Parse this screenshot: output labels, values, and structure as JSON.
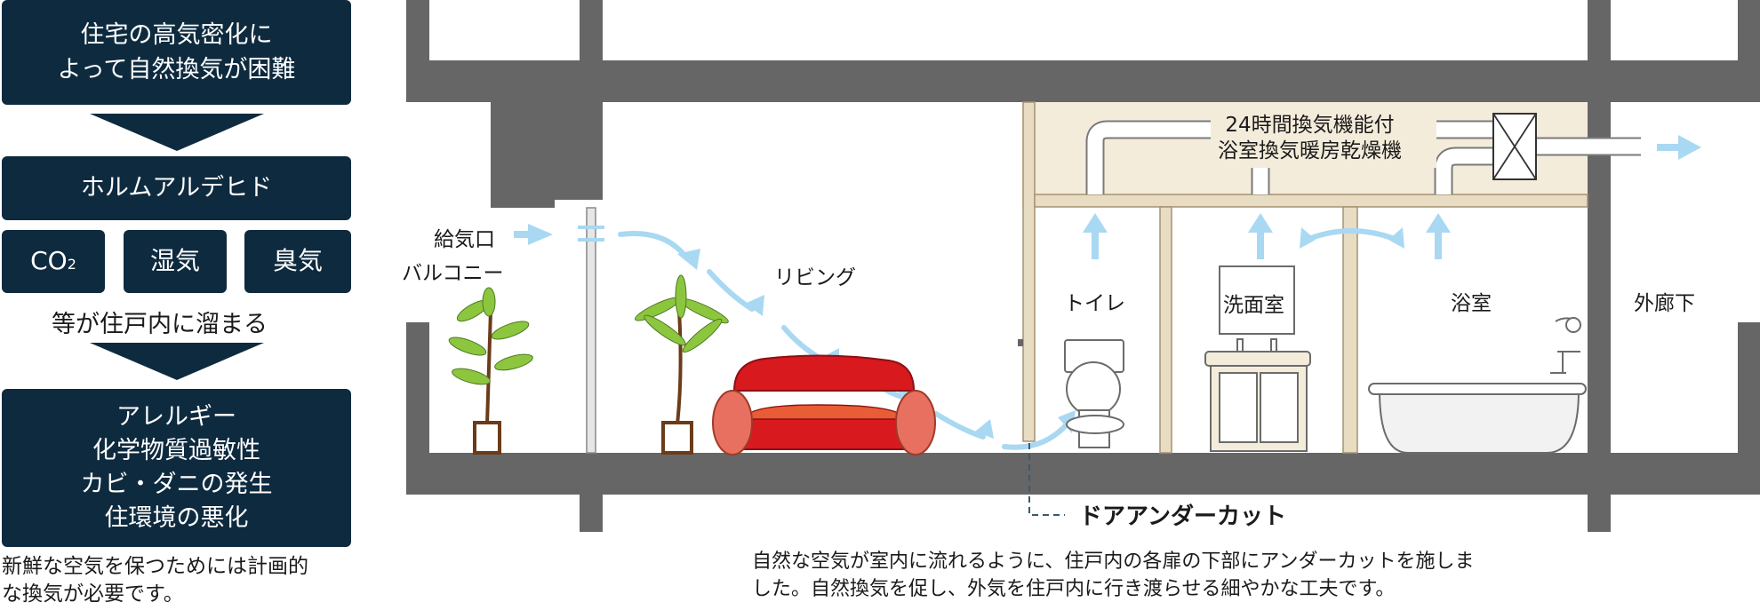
{
  "flow": {
    "box1": [
      "住宅の高気密化に",
      "よって自然換気が困難"
    ],
    "box2": "ホルムアルデヒド",
    "chips": [
      {
        "main": "CO",
        "sub": "2"
      },
      {
        "main": "湿気",
        "sub": ""
      },
      {
        "main": "臭気",
        "sub": ""
      }
    ],
    "accumulate": "等が住戸内に溜まる",
    "box3": [
      "アレルギー",
      "化学物質過敏性",
      "カビ・ダニの発生",
      "住環境の悪化"
    ],
    "note": [
      "新鮮な空気を保つためには計画的",
      "な換気が必要です。"
    ]
  },
  "diagram": {
    "supply_port": "給気口",
    "balcony": "バルコニー",
    "living": "リビング",
    "toilet": "トイレ",
    "washroom": "洗面室",
    "bathroom": "浴室",
    "corridor": "外廊下",
    "fan_label": [
      "24時間換気機能付",
      "浴室換気暖房乾燥機"
    ],
    "undercut": "ドアアンダーカット",
    "caption": [
      "自然な空気が室内に流れるように、住戸内の各扉の下部にアンダーカットを施しま",
      "した。自然換気を促し、外気を住戸内に行き渡らせる細やかな工夫です。"
    ]
  },
  "colors": {
    "navy": "#0e2a3f",
    "wall": "#666666",
    "air": "#a9d8f2",
    "beige": "#e8dcc3",
    "sofa": "#d8191e",
    "leaf": "#8cc63f"
  }
}
